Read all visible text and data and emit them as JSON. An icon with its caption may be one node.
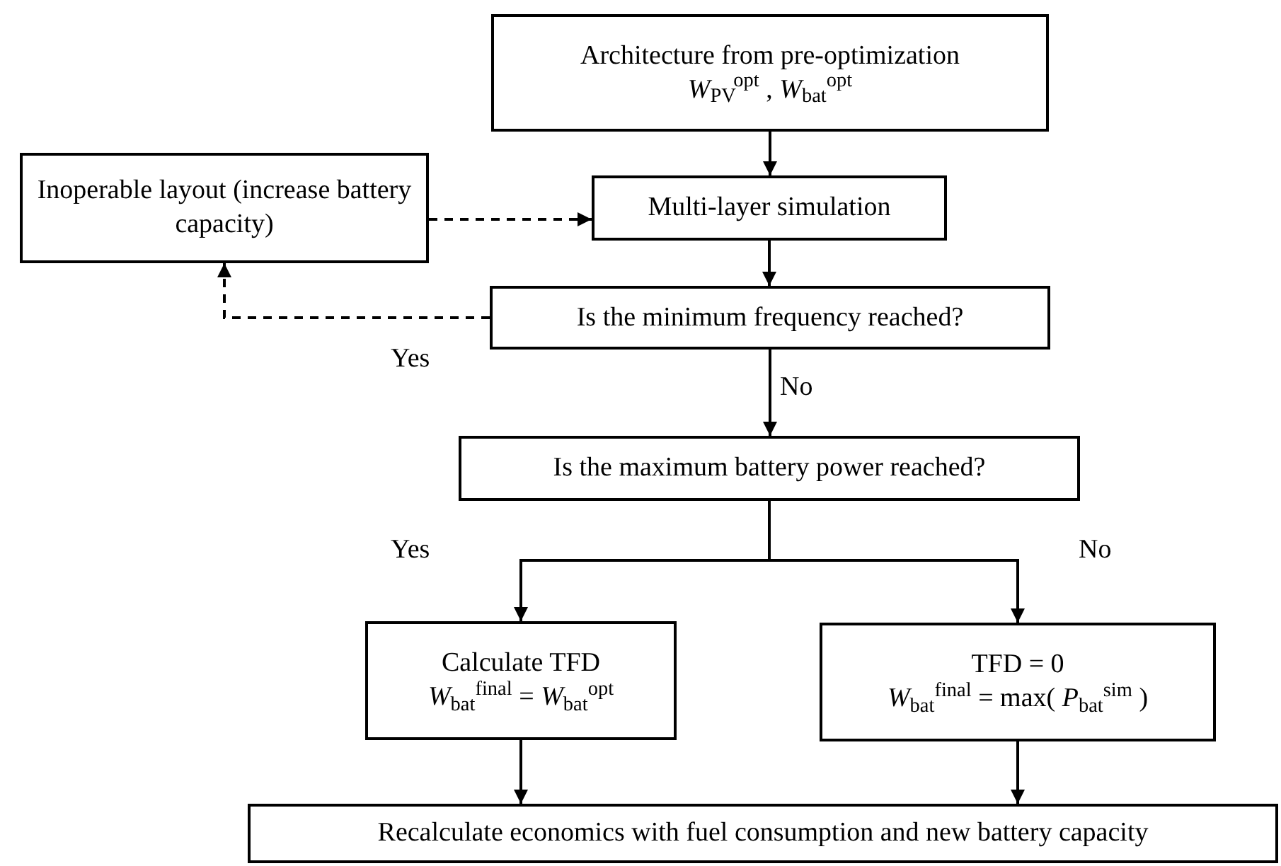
{
  "diagram": {
    "nodes": [
      {
        "text": [
          "Architecture from pre-optimization",
          "*W*$_{PV}$$^{opt}$ , *W*$_{bat}$$^{opt}$"
        ]
      },
      {
        "text": [
          "Inoperable layout (increase battery capacity)"
        ]
      },
      {
        "text": [
          "Multi-layer simulation"
        ]
      },
      {
        "text": [
          "Is the minimum frequency reached?"
        ]
      },
      {
        "text": [
          "Is the maximum battery power reached?"
        ]
      },
      {
        "text": [
          "Calculate TFD",
          "*W*$_{bat}$$^{final}$ = *W*$_{bat}$$^{opt}$"
        ]
      },
      {
        "text": [
          "TFD = 0",
          "*W*$_{bat}$$^{final}$ = max( *P*$_{bat}$$^{sim}$ )"
        ]
      },
      {
        "text": [
          "Recalculate economics with fuel consumption and new battery capacity"
        ]
      }
    ],
    "edges": [
      {
        "from": 0,
        "to": 2,
        "arrow": "to"
      },
      {
        "from": 1,
        "to": 2,
        "arrow": "to",
        "style": "dashed"
      },
      {
        "from": 2,
        "to": 3,
        "arrow": "to"
      },
      {
        "from": 3,
        "to": 1,
        "arrow": "to",
        "style": "dashed",
        "label": "Yes"
      },
      {
        "from": 3,
        "to": 4,
        "arrow": "to",
        "label": "No"
      },
      {
        "from": 4,
        "to": 5,
        "arrow": "to",
        "label": "Yes"
      },
      {
        "from": 4,
        "to": 6,
        "arrow": "to",
        "label": "No"
      },
      {
        "from": 5,
        "to": 7,
        "arrow": "to"
      },
      {
        "from": 6,
        "to": 7,
        "arrow": "to"
      }
    ]
  }
}
